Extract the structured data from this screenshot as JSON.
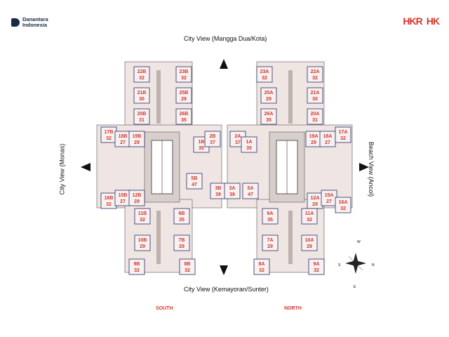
{
  "brand": {
    "left_line1": "Danantara",
    "left_line2": "Indonesia",
    "right_logo1": "HKR",
    "right_logo2": "HK"
  },
  "views": {
    "top": "City View (Mangga Dua/Kota)",
    "bottom": "City View (Kemayoran/Sunter)",
    "left": "City View (Monas)",
    "right": "Beach View (Ancol)"
  },
  "towers": {
    "south": "SOUTH",
    "north": "NORTH"
  },
  "compass": {
    "n": "N",
    "s": "S",
    "e": "E",
    "w": "W"
  },
  "units_south": [
    {
      "id": "22B",
      "area": "32"
    },
    {
      "id": "23B",
      "area": "32"
    },
    {
      "id": "21B",
      "area": "30"
    },
    {
      "id": "25B",
      "area": "29"
    },
    {
      "id": "20B",
      "area": "31"
    },
    {
      "id": "26B",
      "area": "35"
    },
    {
      "id": "17B",
      "area": "32"
    },
    {
      "id": "18B",
      "area": "27"
    },
    {
      "id": "19B",
      "area": "29"
    },
    {
      "id": "1B",
      "area": "35"
    },
    {
      "id": "2B",
      "area": "37"
    },
    {
      "id": "5B",
      "area": "47"
    },
    {
      "id": "3B",
      "area": "39"
    },
    {
      "id": "16B",
      "area": "32"
    },
    {
      "id": "15B",
      "area": "27"
    },
    {
      "id": "12B",
      "area": "29"
    },
    {
      "id": "11B",
      "area": "32"
    },
    {
      "id": "6B",
      "area": "35"
    },
    {
      "id": "10B",
      "area": "29"
    },
    {
      "id": "7B",
      "area": "29"
    },
    {
      "id": "9B",
      "area": "32"
    },
    {
      "id": "8B",
      "area": "32"
    }
  ],
  "units_north": [
    {
      "id": "23A",
      "area": "32"
    },
    {
      "id": "22A",
      "area": "32"
    },
    {
      "id": "25A",
      "area": "29"
    },
    {
      "id": "21A",
      "area": "30"
    },
    {
      "id": "26A",
      "area": "35"
    },
    {
      "id": "20A",
      "area": "31"
    },
    {
      "id": "2A",
      "area": "37"
    },
    {
      "id": "1A",
      "area": "35"
    },
    {
      "id": "19A",
      "area": "29"
    },
    {
      "id": "18A",
      "area": "27"
    },
    {
      "id": "17A",
      "area": "32"
    },
    {
      "id": "3A",
      "area": "39"
    },
    {
      "id": "5A",
      "area": "47"
    },
    {
      "id": "12A",
      "area": "29"
    },
    {
      "id": "15A",
      "area": "27"
    },
    {
      "id": "16A",
      "area": "32"
    },
    {
      "id": "6A",
      "area": "35"
    },
    {
      "id": "11A",
      "area": "32"
    },
    {
      "id": "7A",
      "area": "29"
    },
    {
      "id": "10A",
      "area": "29"
    },
    {
      "id": "8A",
      "area": "32"
    },
    {
      "id": "9A",
      "area": "32"
    }
  ]
}
